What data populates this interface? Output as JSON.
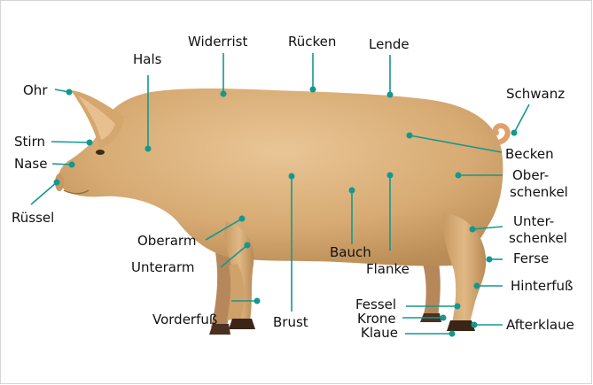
{
  "diagram": {
    "accent_color": "#13988f",
    "body_color": "#dcb07a",
    "labels": {
      "ohr": "Ohr",
      "hals": "Hals",
      "widerrist": "Widerrist",
      "ruecken": "Rücken",
      "lende": "Lende",
      "schwanz": "Schwanz",
      "stirn": "Stirn",
      "nase": "Nase",
      "ruessel": "Rüssel",
      "becken": "Becken",
      "oberschenkel_1": "Ober-",
      "oberschenkel_2": "schenkel",
      "unterschenkel_1": "Unter-",
      "unterschenkel_2": "schenkel",
      "ferse": "Ferse",
      "hinterfuss": "Hinterfuß",
      "afterklaue": "Afterklaue",
      "oberarm": "Oberarm",
      "unterarm": "Unterarm",
      "vorderfuss": "Vorderfuß",
      "brust": "Brust",
      "bauch": "Bauch",
      "flanke": "Flanke",
      "fessel": "Fessel",
      "krone": "Krone",
      "klaue": "Klaue"
    }
  }
}
